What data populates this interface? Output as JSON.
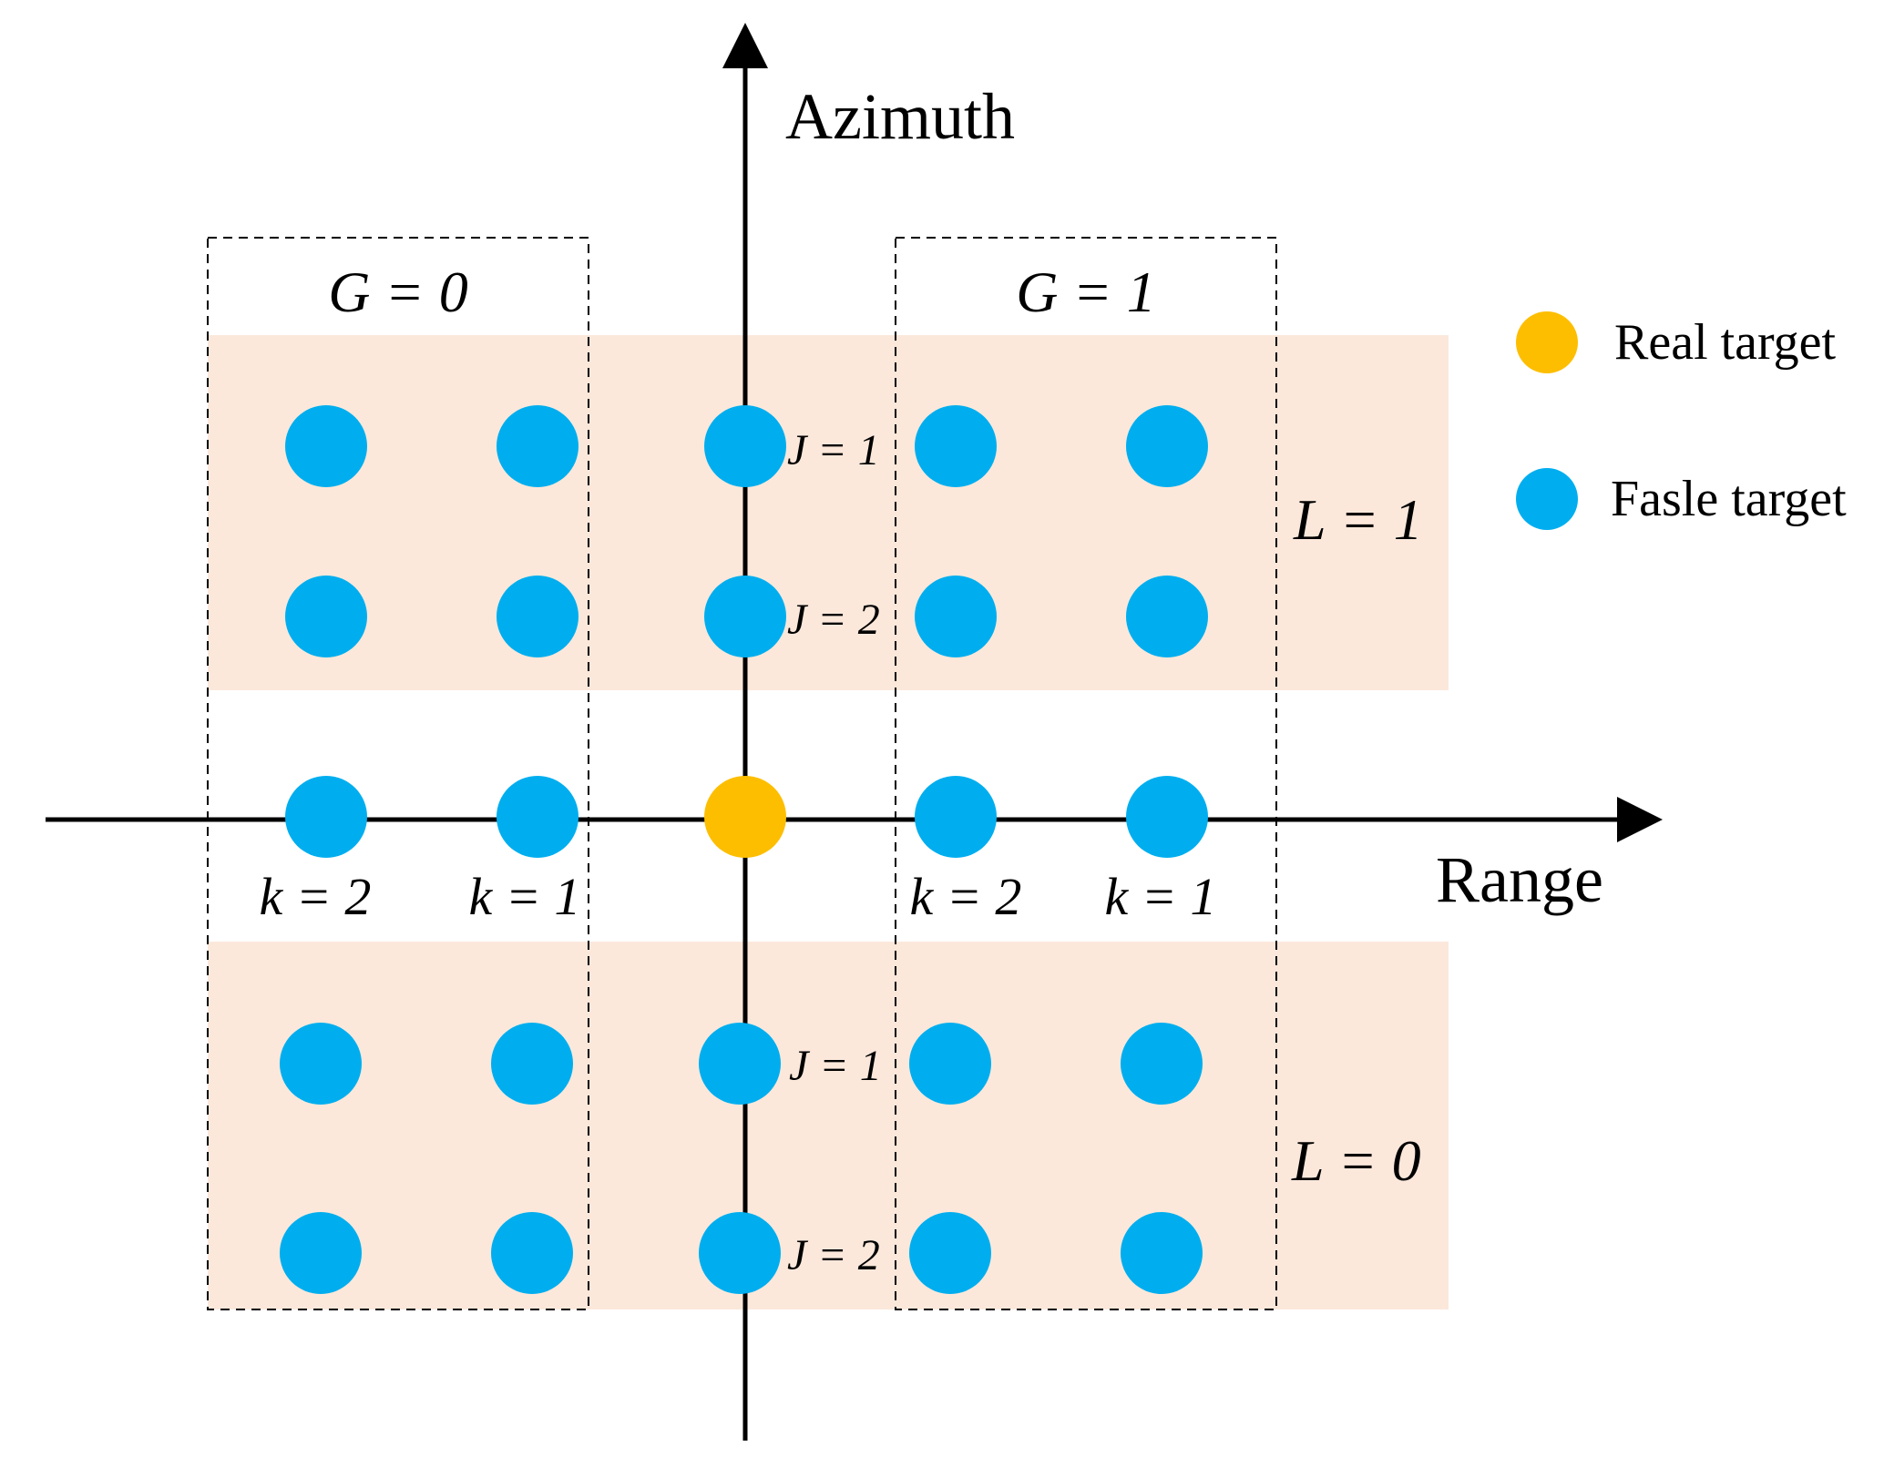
{
  "colors": {
    "real_target": "#FDBE00",
    "false_target": "#00AEEF",
    "band_fill": "#FBE8DB",
    "axis": "#000000"
  },
  "axes": {
    "vertical_label": "Azimuth",
    "horizontal_label": "Range"
  },
  "groups": [
    {
      "label": "G = 0"
    },
    {
      "label": "G = 1"
    }
  ],
  "bands": [
    {
      "label": "L = 1"
    },
    {
      "label": "L = 0"
    }
  ],
  "j_labels": {
    "upper": [
      "J = 1",
      "J = 2"
    ],
    "lower": [
      "J = 1",
      "J = 2"
    ]
  },
  "k_labels": {
    "left": [
      "k = 2",
      "k = 1"
    ],
    "right": [
      "k = 2",
      "k = 1"
    ]
  },
  "legend": {
    "real_target": "Real target",
    "false_target": "Fasle target"
  }
}
